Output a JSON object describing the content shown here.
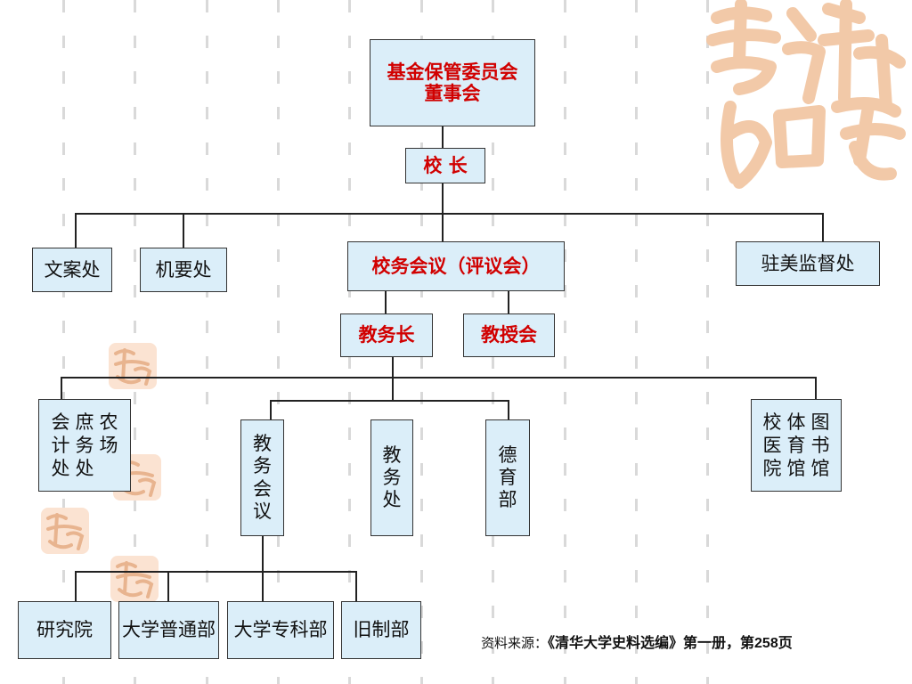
{
  "org": {
    "board": [
      "基金保管委员会",
      "董事会"
    ],
    "president": "校 长",
    "level1": {
      "wenan": "文案处",
      "jiyao": "机要处",
      "xiaowu": "校务会议（评议会）",
      "zhumei": "驻美监督处"
    },
    "level2": {
      "jiaowuzhang": "教务长",
      "jiaoshouhui": "教授会"
    },
    "level3": {
      "kuaiji": [
        "会",
        "计",
        "处",
        "庶",
        "务",
        "处",
        "农",
        "场"
      ],
      "jiaowuhuiyi": [
        "教",
        "务",
        "会",
        "议"
      ],
      "jiaowuchu": [
        "教",
        "务",
        "处"
      ],
      "deyubu": [
        "德",
        "育",
        "部"
      ],
      "right": [
        "校",
        "医",
        "院",
        "体",
        "育",
        "馆",
        "图",
        "书",
        "馆"
      ]
    },
    "level4": {
      "yanjiuyuan": "研究院",
      "putongbu": "大学普通部",
      "zhuankebu": "大学专科部",
      "jiuzhibu": "旧制部"
    }
  },
  "source": {
    "prefix": "资料来源：",
    "citation": "《清华大学史料选编》第一册，第258页"
  },
  "colors": {
    "box_fill": "#dbeef9",
    "highlight_text": "#d10000",
    "decoration": "#f2c9a8"
  }
}
